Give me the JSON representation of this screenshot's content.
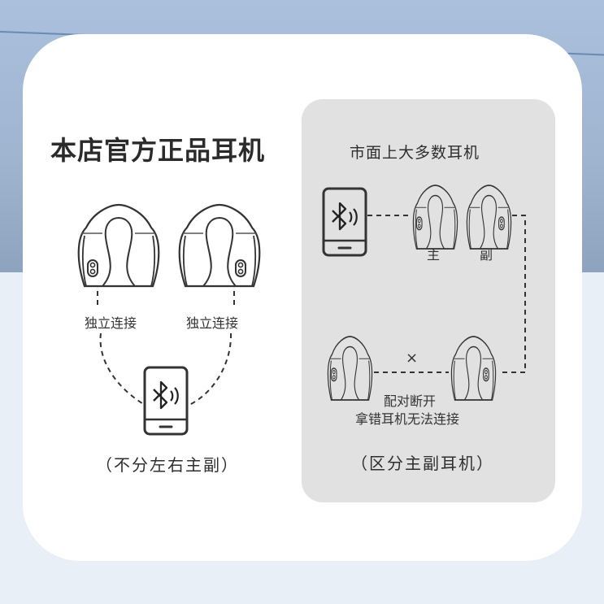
{
  "left": {
    "title": "本店官方正品耳机",
    "left_earbud_label": "独立连接",
    "right_earbud_label": "独立连接",
    "caption": "（不分左右主副）"
  },
  "right": {
    "title": "市面上大多数耳机",
    "primary_label": "主",
    "secondary_label": "副",
    "cross_mark": "×",
    "disconnect_line1": "配对断开",
    "disconnect_line2": "拿错耳机无法连接",
    "caption": "（区分主副耳机）"
  },
  "colors": {
    "background_top": "#aac0dc",
    "background_bottom": "#e8eff6",
    "card": "#ffffff",
    "panel": "#e1e1e1",
    "ink": "#333333"
  },
  "icons": [
    "earbud-icon",
    "phone-bluetooth-icon",
    "dashed-connection-line"
  ]
}
